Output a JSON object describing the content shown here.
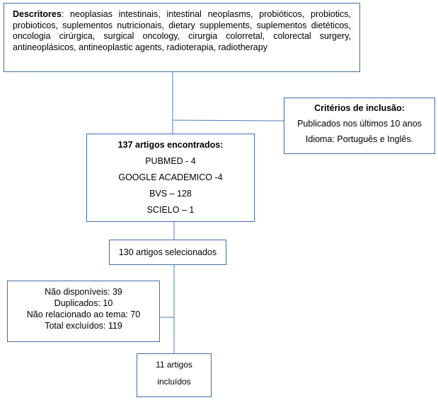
{
  "descriptors": {
    "label": "Descritores",
    "text": ": neoplasias intestinais, intestinal neoplasms, probióticos, probiotics, probioticos, suplementos nutricionais, dietary supplements, suplementos dietéticos, oncologia cirúrgica, surgical oncology, cirurgia colorretal, colorectal surgery, antineoplásicos, antineoplastic agents, radioterapia, radiotherapy"
  },
  "inclusion_criteria": {
    "title": "Critérios de inclusão:",
    "lines": [
      "Publicados nos últimos 10 anos",
      "Idioma: Português e Inglês."
    ]
  },
  "articles_found": {
    "title": "137 artigos encontrados:",
    "sources": [
      "PUBMED - 4",
      "GOOGLE ACADEMICO -4",
      "BVS – 128",
      "SCIELO – 1"
    ]
  },
  "articles_selected": {
    "text": "130 artigos selecionados"
  },
  "excluded": {
    "lines": [
      "Não disponíveis: 39",
      "Duplicados: 10",
      "Não relacionado ao tema: 70",
      "Total excluídos: 119"
    ]
  },
  "included": {
    "lines": [
      "11 artigos",
      "incluídos"
    ]
  },
  "colors": {
    "connector": "#4a7ebb",
    "box_border": "#3f6fa8"
  }
}
